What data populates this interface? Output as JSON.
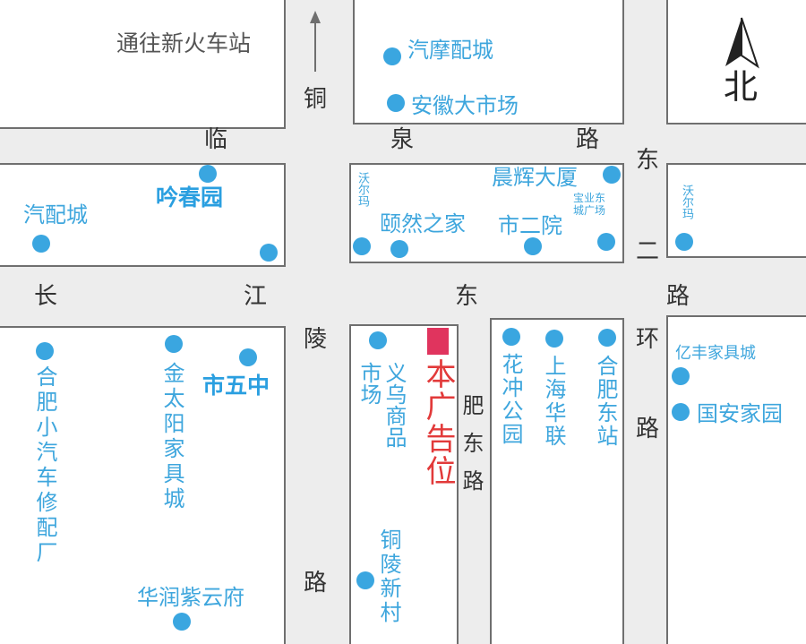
{
  "colors": {
    "poi": "#3ea6dd",
    "road_text": "#333333",
    "ad": "#e23a3a",
    "ad_mark": "#e0345e",
    "border": "#6f6f6f",
    "street": "#ededed"
  },
  "compass": {
    "label": "北"
  },
  "streets": {
    "tongling_top": "铜",
    "linquan": [
      "临",
      "泉",
      "路"
    ],
    "changjiang": [
      "长",
      "江",
      "东",
      "路"
    ],
    "tongling": [
      "陵",
      "路"
    ],
    "dong_er": [
      "东",
      "二"
    ],
    "huan": [
      "环",
      "路"
    ],
    "feidong": "肥东路"
  },
  "labels": {
    "new_station": "通往新火车站",
    "auto_moto": "汽摩配城",
    "anhui_market": "安徽大市场",
    "auto_parts": "汽配城",
    "lingchun": "吟春园",
    "chenhui": "晨辉大厦",
    "yiran": "颐然之家",
    "city2": "市二院",
    "small_a": "沃尔玛",
    "small_b": "宝业东城广场",
    "small_c": "沃尔玛",
    "xiaoqiche": "合肥小汽车修配厂",
    "jintaiyang": "金太阳家具城",
    "city5": "市五中",
    "yiwu": "义乌商品市场",
    "ad": "本广告位",
    "huachong": "花冲公园",
    "shanghai": "上海华联",
    "hefei_east": "合肥东站",
    "yifeng": "亿丰家具城",
    "guoan": "国安家园",
    "tongling_village": "铜陵新村",
    "huarun": "华润紫云府"
  }
}
